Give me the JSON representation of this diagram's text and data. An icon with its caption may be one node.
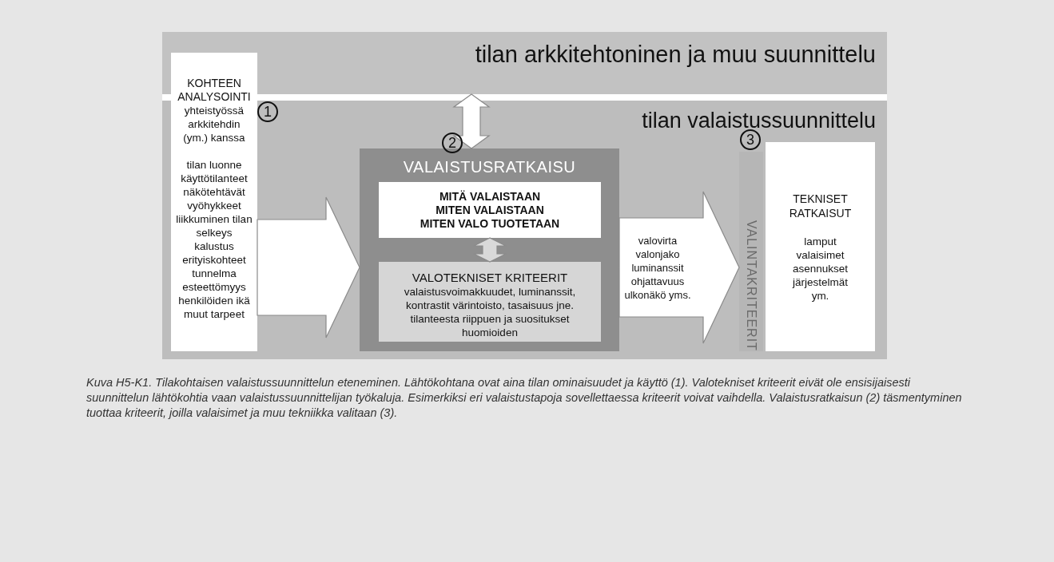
{
  "diagram": {
    "caption": "Kuva H5-K1. Tilakohtaisen valaistussuunnittelun eteneminen. Lähtökohtana ovat aina tilan ominaisuudet ja käyttö (1). Valotekniset kriteerit eivät ole ensisijaisesti suunnittelun lähtökohtia vaan valaistussuunnittelijan työkaluja. Esimerkiksi eri valaistustapoja sovellettaessa kriteerit voivat vaihdella. Valaistusratkaisun (2) täsmentyminen tuottaa kriteerit, joilla valaisimet ja muu tekniikka valitaan (3).",
    "nodes": [
      {
        "text": [
          "tilan arkkitehtoninen ja muu suunnittelu"
        ]
      },
      {
        "text": [
          "tilan valaistussuunnittelu"
        ]
      },
      {
        "text": [
          "KOHTEEN ANALYSOINTI",
          "yhteistyössä arkkitehdin (ym.) kanssa",
          "tilan luonne käyttötilanteet näkötehtävät vyöhykkeet liikkuminen tilan selkeys kalustus erityiskohteet tunnelma esteettömyys henkilöiden ikä muut tarpeet"
        ],
        "beside": [
          "1"
        ]
      },
      {
        "text": [
          "VALAISTUSRATKAISU"
        ],
        "in": 1,
        "beside": [
          "2"
        ]
      },
      {
        "text": [
          "MITÄ VALAISTAAN",
          "MITEN VALAISTAAN",
          "MITEN VALO TUOTETAAN"
        ],
        "in": 3
      },
      {
        "text": [
          "VALOTEKNISET KRITEERIT",
          "valaistusvoimakkuudet, luminanssit, kontrastit värintoisto, tasaisuus jne. tilanteesta riippuen ja suositukset huomioiden"
        ],
        "in": 3
      },
      {
        "text": [
          "VALINTAKRITEERIT"
        ],
        "in": 1
      },
      {
        "text": [
          "TEKNISET RATKAISUT",
          "lamput valaisimet asennukset järjestelmät ym."
        ],
        "in": 1,
        "beside": [
          "3"
        ]
      }
    ],
    "edges": [
      {
        "from": 2,
        "to": 3,
        "arrow": "to"
      },
      {
        "from": 0,
        "to": 3,
        "arrow": "both"
      },
      {
        "from": 4,
        "to": 5,
        "arrow": "both"
      },
      {
        "from": 3,
        "to": 6,
        "arrow": "to",
        "label": "valovirta valonjako luminanssit ohjattavuus ulkonäkö yms."
      }
    ]
  }
}
